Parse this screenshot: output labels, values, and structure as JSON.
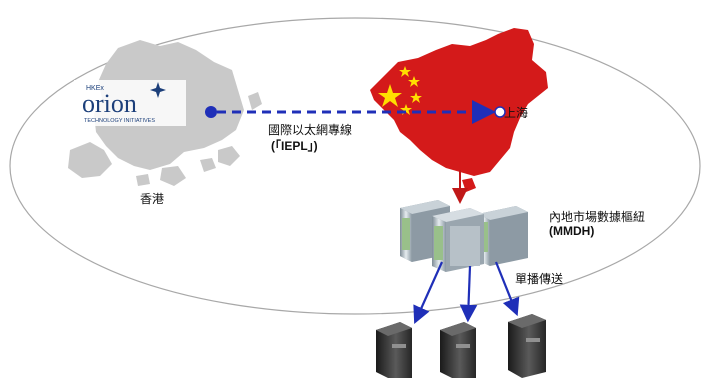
{
  "logo": {
    "brand_small": "HKEx",
    "brand_main": "orion",
    "brand_tagline": "TECHNOLOGY INITIATIVES"
  },
  "labels": {
    "hong_kong": "香港",
    "shanghai": "上海",
    "iepl_line1": "國際以太網專線",
    "iepl_line2": "(「IEPL」)",
    "mmdh_line1": "內地市場數據樞紐",
    "mmdh_line2": "(MMDH)",
    "unicast": "單播傳送"
  },
  "colors": {
    "ellipse_stroke": "#a8a8a8",
    "hk_map": "#c9c9c9",
    "china_map": "#d41a1a",
    "china_stars": "#ffde00",
    "iepl_line": "#1f2fb8",
    "unicast_arrows": "#1f2fb8",
    "link_arrow": "#c01818"
  },
  "icons": {
    "server_rack": "server-rack-icon",
    "client_pc": "desktop-tower-icon"
  }
}
